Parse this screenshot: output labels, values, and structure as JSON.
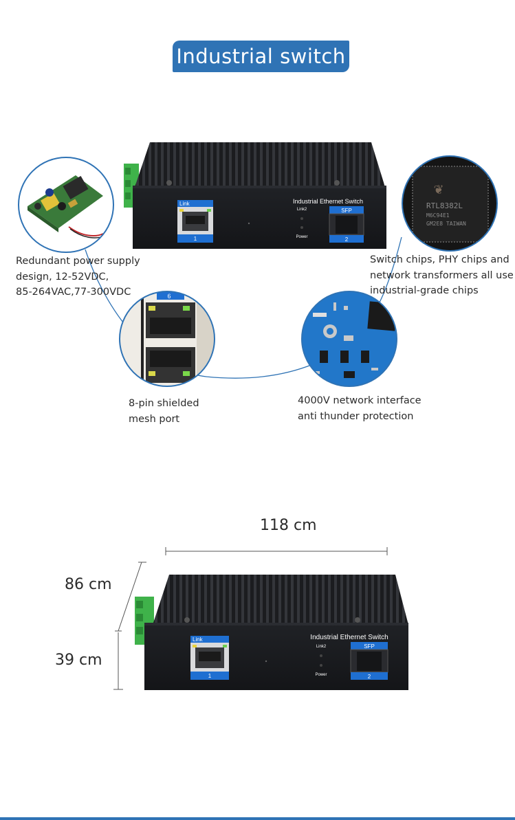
{
  "title": "Industrial switch",
  "device": {
    "label": "Industrial Ethernet Switch",
    "port1_top": "Link",
    "port1_num": "1",
    "port2_top": "SFP",
    "port2_num": "2",
    "led1": "Link2",
    "led2": "Power"
  },
  "callouts": {
    "power": [
      "Redundant power supply",
      "design, 12-52VDC,",
      "85-264VAC,77-300VDC"
    ],
    "chips": [
      "Switch chips, PHY chips and",
      "network transformers all use",
      "industrial-grade chips"
    ],
    "port": [
      "8-pin shielded",
      "mesh port"
    ],
    "thunder": [
      "4000V network interface",
      "anti thunder protection"
    ]
  },
  "chip_marking": [
    "RTL8382L",
    "M6C94E1",
    "GM2E8 TAIWAN"
  ],
  "port_number": "6",
  "dimensions": {
    "width": "118 cm",
    "height": "86 cm",
    "depth": "39 cm"
  },
  "colors": {
    "accent": "#2f73b5",
    "body": "#1c1d20",
    "port_blue": "#1f6fd1",
    "terminal_green": "#3fb24a"
  }
}
